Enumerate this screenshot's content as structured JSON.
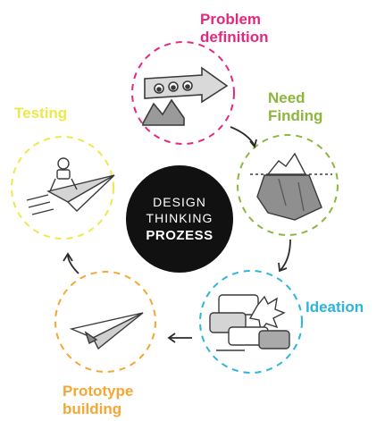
{
  "center": {
    "line1": "DESIGN",
    "line2": "THINKING",
    "line3": "PROZESS"
  },
  "stages": [
    {
      "id": "problem-definition",
      "label_line1": "Problem",
      "label_line2": "definition",
      "color": "#e6277e"
    },
    {
      "id": "need-finding",
      "label_line1": "Need",
      "label_line2": "Finding",
      "color": "#8cb63c"
    },
    {
      "id": "ideation",
      "label_line1": "Ideation",
      "label_line2": "",
      "color": "#2bb5dd"
    },
    {
      "id": "prototype-building",
      "label_line1": "Prototype",
      "label_line2": "building",
      "color": "#f5a733"
    },
    {
      "id": "testing",
      "label_line1": "Testing",
      "label_line2": "",
      "color": "#eee84a"
    }
  ],
  "colors": {
    "center_fill": "#111111",
    "arrow": "#2b2b2b",
    "sketch": "#3a3a3a"
  }
}
